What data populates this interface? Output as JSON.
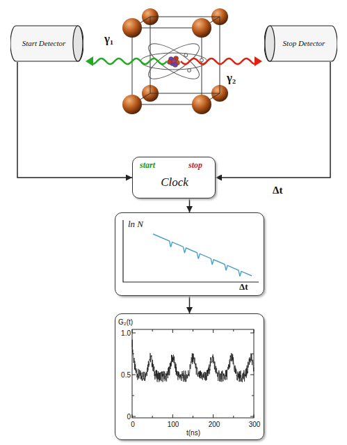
{
  "diagram": {
    "nodes": [
      {
        "text": [
          "Start Detector"
        ]
      },
      {
        "text": [
          "Stop Detector"
        ]
      },
      {
        "text": [
          "start",
          "stop",
          "Clock"
        ]
      },
      {
        "text": [
          "ln N",
          "Δt"
        ]
      },
      {
        "text": [
          "G₂(t)",
          "1.0",
          "0.5",
          "0",
          "0",
          "100",
          "200",
          "300",
          "t(ns)"
        ]
      }
    ],
    "edges": [
      {
        "from": 0,
        "to": 2,
        "arrow": "to"
      },
      {
        "from": 1,
        "to": 2,
        "arrow": "to"
      },
      {
        "from": 2,
        "to": 3,
        "arrow": "to"
      },
      {
        "from": 3,
        "to": 4,
        "arrow": "to"
      }
    ],
    "labels": [
      "γ₁",
      "γ₂",
      "Δt"
    ]
  }
}
